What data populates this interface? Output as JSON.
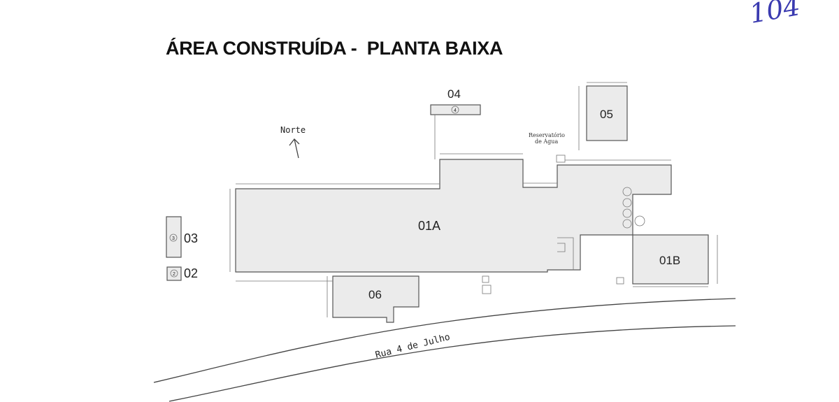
{
  "title": "ÁREA CONSTRUÍDA -  PLANTA BAIXA",
  "handwritten_mark": "104",
  "north_label": "Norte",
  "water_label_line1": "Reservatório",
  "water_label_line2": "de Água",
  "street_name": "Rua 4 de Julho",
  "buildings": {
    "b01a": "01A",
    "b01b": "01B",
    "b02": "02",
    "b03": "03",
    "b04": "04",
    "b05": "05",
    "b06": "06"
  },
  "markers": {
    "m02": "2",
    "m03": "3",
    "m04": "4"
  }
}
